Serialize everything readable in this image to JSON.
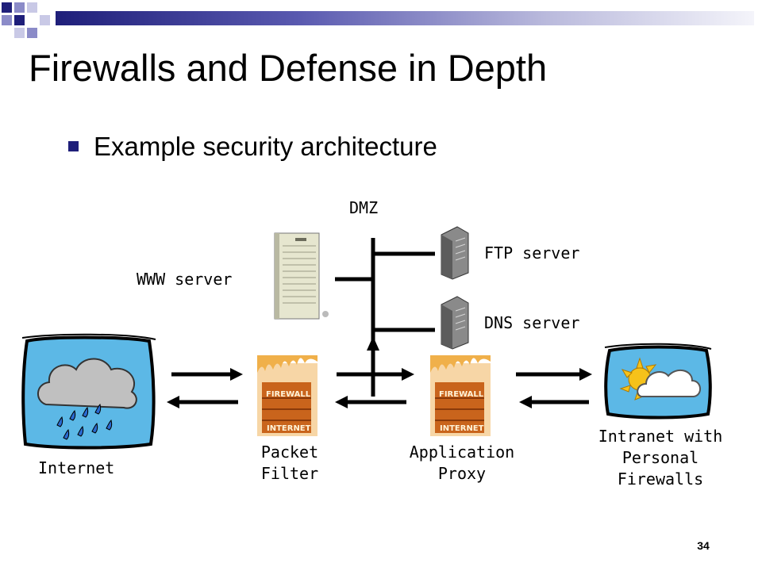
{
  "slide": {
    "title": "Firewalls and Defense in Depth",
    "bullet": "Example security architecture",
    "page_number": "34"
  },
  "diagram": {
    "dmz_label": "DMZ",
    "www_label": "WWW server",
    "ftp_label": "FTP server",
    "dns_label": "DNS server",
    "internet_label": "Internet",
    "packet_filter_label": [
      "Packet",
      "Filter"
    ],
    "app_proxy_label": [
      "Application",
      "Proxy"
    ],
    "intranet_label": [
      "Intranet with",
      "Personal",
      "Firewalls"
    ],
    "firewall_icon_text": [
      "FIREWALL",
      "INTERNET"
    ]
  },
  "colors": {
    "title_bar": "#1f1f7a",
    "sky": "#5cb8e6",
    "firewall": "#d8691b"
  }
}
